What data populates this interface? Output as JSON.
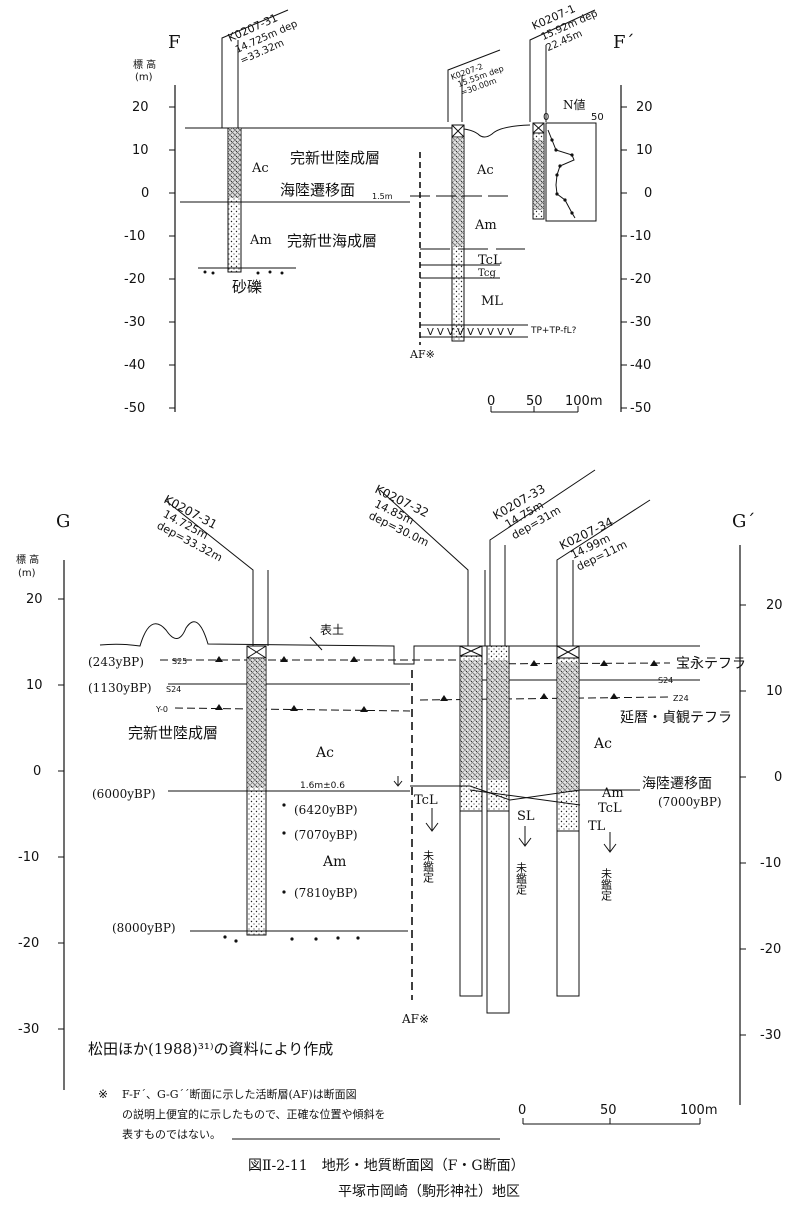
{
  "section_f": {
    "label_left": "F",
    "label_right": "F´",
    "elev_header": "標 高",
    "elev_unit": "(m)",
    "ticks": [
      "20",
      "10",
      "0",
      "-10",
      "-20",
      "-30",
      "-40",
      "-50"
    ],
    "ticks_right": [
      "20",
      "10",
      "0",
      "-10",
      "-20",
      "-30",
      "-40",
      "-50"
    ],
    "borehole_1": {
      "name": "K0207-31",
      "info1": "14.725m dep",
      "info2": "=33.32m"
    },
    "borehole_2": {
      "name": "K0207-2",
      "info1": "15.55m dep",
      "info2": "=30.00m"
    },
    "borehole_3": {
      "name": "K0207-1",
      "info1": "15.92m dep",
      "info2": "22.45m"
    },
    "nvalue_title": "N値",
    "nvalue_ticks": [
      "0",
      "50"
    ],
    "unit_ac": "Ac",
    "unit_ac_right": "Ac",
    "unit_am": "Am",
    "unit_am_right": "Am",
    "unit_tcl": "TcL",
    "unit_tcg": "Tcg",
    "unit_ml": "ML",
    "tephra_label": "TP+TP-fL?",
    "holocene_land": "完新世陸成層",
    "transgression_surface": "海陸遷移面",
    "offset_value": "1.5m",
    "holocene_marine": "完新世海成層",
    "gravel": "砂礫",
    "fault_label": "AF※",
    "scale_labels": [
      "0",
      "50",
      "100m"
    ]
  },
  "section_g": {
    "label_left": "G",
    "label_right": "G´",
    "elev_header": "標 高",
    "elev_unit": "(m)",
    "ticks": [
      "20",
      "10",
      "0",
      "-10",
      "-20",
      "-30"
    ],
    "ticks_right": [
      "20",
      "10",
      "0",
      "-10",
      "-20",
      "-30"
    ],
    "borehole_31": {
      "name": "K0207-31",
      "l1": "14.725m",
      "l2": "dep=33.32m"
    },
    "borehole_32": {
      "name": "K0207-32",
      "l1": "14.85m",
      "l2": "dep=30.0m"
    },
    "borehole_33": {
      "name": "K0207-33",
      "l1": "14.75m",
      "l2": "dep=31m"
    },
    "borehole_34": {
      "name": "K0207-34",
      "l1": "14.99m",
      "l2": "dep=11m"
    },
    "topsoil": "表土",
    "age_243": "(243yBP)",
    "label_s25": "S25",
    "age_1130": "(1130yBP)",
    "label_s24": "S24",
    "label_s24_right": "S24",
    "label_y0": "Y-0",
    "label_z24": "Z24",
    "hoei_tephra": "宝永テフラ",
    "engi_tephra": "延暦・貞観テフラ",
    "holocene_land": "完新世陸成層",
    "unit_ac": "Ac",
    "unit_ac_right": "Ac",
    "offset_value": "1.6m±0.6",
    "age_6000": "(6000yBP)",
    "age_6420": "(6420yBP)",
    "age_7070": "(7070yBP)",
    "age_7810": "(7810yBP)",
    "age_8000": "(8000yBP)",
    "unit_am": "Am",
    "unit_am_right": "Am",
    "unit_tcl": "TcL",
    "unit_tcl_right": "TcL",
    "unit_sl": "SL",
    "unit_tl": "TL",
    "undetermined": "未鑑定",
    "transgression_surface": "海陸遷移面",
    "age_7000": "(7000yBP)",
    "fault_label": "AF※",
    "source_note": "松田ほか(1988)³¹⁾の資料により作成",
    "scale_labels": [
      "0",
      "50",
      "100m"
    ]
  },
  "footnote": {
    "mark": "※",
    "line1": "F-F´、G-G´´断面に示した活断層(AF)は断面図",
    "line2": "の説明上便宜的に示したもので、正確な位置や傾斜を",
    "line3": "表すものではない。"
  },
  "caption": {
    "title": "図Ⅱ-2-11　地形・地質断面図（F・G断面）",
    "subtitle": "平塚市岡崎（駒形神社）地区"
  }
}
